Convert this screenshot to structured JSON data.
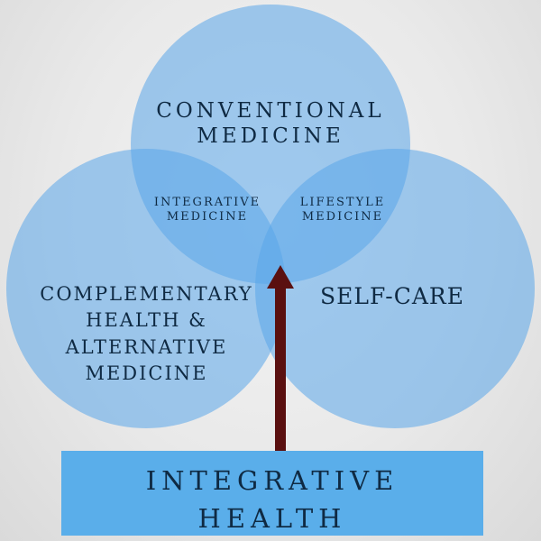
{
  "diagram": {
    "circles": [
      {
        "name": "top",
        "label_lines": [
          "CONVENTIONAL",
          "MEDICINE"
        ]
      },
      {
        "name": "left",
        "label_lines": [
          "COMPLEMENTARY",
          "HEALTH &",
          "ALTERNATIVE",
          "MEDICINE"
        ]
      },
      {
        "name": "right",
        "label_lines": [
          "SELF-CARE"
        ]
      }
    ],
    "overlaps": {
      "top_left": {
        "line1": "INTEGRATIVE",
        "line2": "MEDICINE"
      },
      "top_right": {
        "line1": "LIFESTYLE",
        "line2": "MEDICINE"
      }
    },
    "bottom": {
      "line1": "INTEGRATIVE",
      "line2": "HEALTH"
    },
    "colors": {
      "circle_fill": "#5aa6ea",
      "box_fill": "#5aaeea",
      "arrow": "#5a1010",
      "text": "#0f2a43"
    }
  }
}
